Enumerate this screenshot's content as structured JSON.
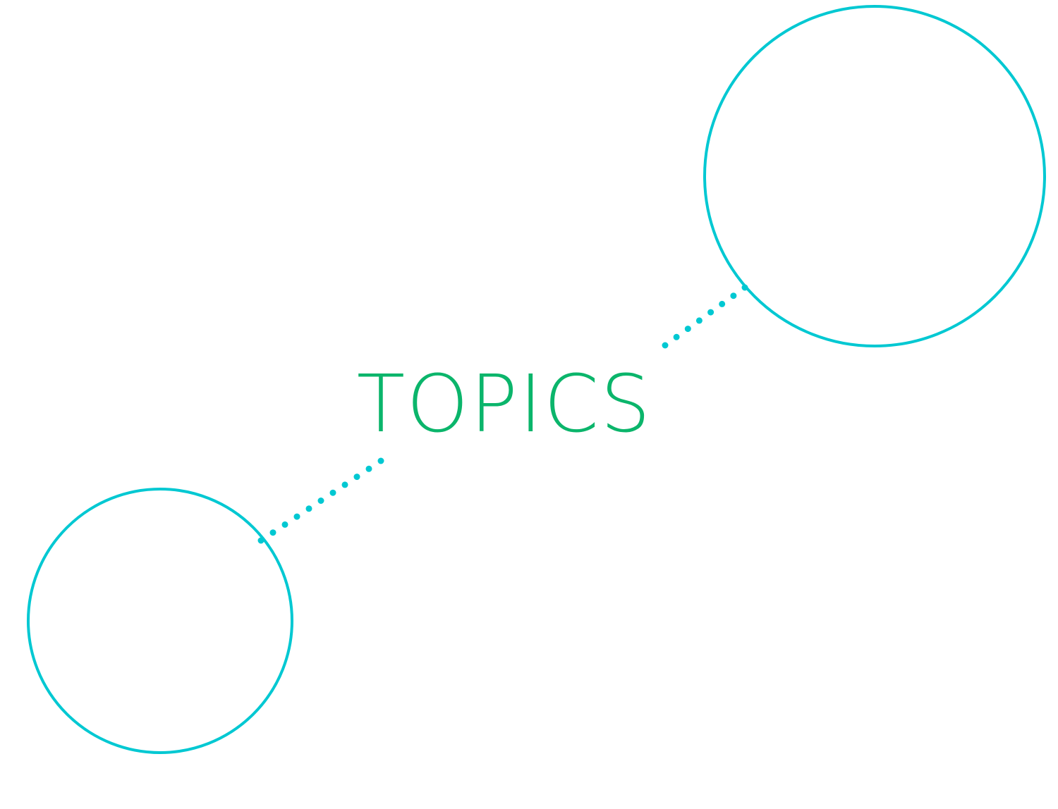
{
  "diagram": {
    "title": "TOPICS",
    "colors": {
      "title": "#0bb56b",
      "circle_stroke": "#00c8d2",
      "connector_dots": "#00c8d2",
      "background": "#ffffff"
    },
    "nodes": [
      {
        "id": "upper-right-circle",
        "label": ""
      },
      {
        "id": "lower-left-circle",
        "label": ""
      }
    ],
    "connectors": [
      {
        "from": "title",
        "to": "upper-right-circle",
        "style": "dotted"
      },
      {
        "from": "title",
        "to": "lower-left-circle",
        "style": "dotted"
      }
    ]
  }
}
